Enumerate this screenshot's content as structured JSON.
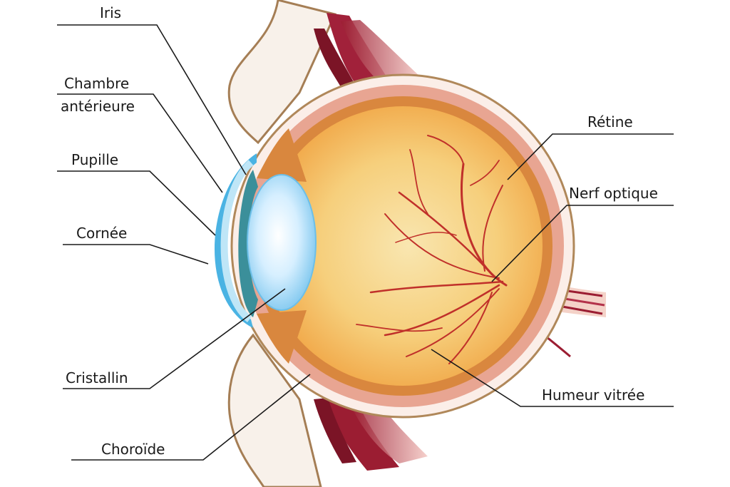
{
  "labels": {
    "iris": "Iris",
    "chambre_line1": "Chambre",
    "chambre_line2": "antérieure",
    "pupille": "Pupille",
    "cornee": "Cornée",
    "cristallin": "Cristallin",
    "choroide": "Choroïde",
    "retine": "Rétine",
    "nerf_optique": "Nerf optique",
    "humeur_vitree": "Humeur vitrée"
  },
  "colors": {
    "vitreous_outer": "#f3a94a",
    "vitreous_inner": "#f7dc9a",
    "choroid": "#d9873e",
    "retina": "#e8a592",
    "sclera": "#fbeee8",
    "sclera_edge": "#b0885a",
    "cornea": "#4ab3e3",
    "lens": "#8fd0f2",
    "iris": "#3b8f9a",
    "vessels": "#c0302a",
    "muscle": "#8b1a2e",
    "eyelid": "#f8f1ea",
    "eyelid_edge": "#a57e55"
  }
}
